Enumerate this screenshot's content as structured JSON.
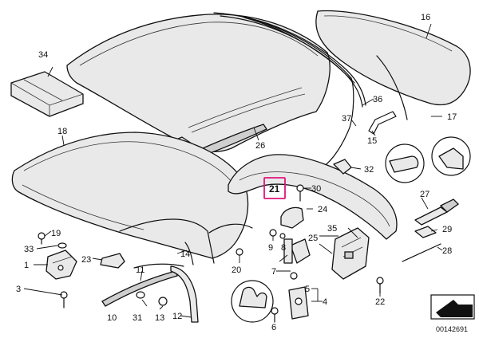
{
  "diagram": {
    "highlight": {
      "label": "21",
      "color": "#e0157a"
    },
    "labels": [
      {
        "key": "l1",
        "text": "1"
      },
      {
        "key": "l3",
        "text": "3"
      },
      {
        "key": "l4",
        "text": "4"
      },
      {
        "key": "l5",
        "text": "5"
      },
      {
        "key": "l6",
        "text": "6"
      },
      {
        "key": "l7",
        "text": "7"
      },
      {
        "key": "l8",
        "text": "8"
      },
      {
        "key": "l9",
        "text": "9"
      },
      {
        "key": "l10",
        "text": "10"
      },
      {
        "key": "l11",
        "text": "11"
      },
      {
        "key": "l12",
        "text": "12"
      },
      {
        "key": "l13",
        "text": "13"
      },
      {
        "key": "l14",
        "text": "14"
      },
      {
        "key": "l15",
        "text": "15"
      },
      {
        "key": "l16",
        "text": "16"
      },
      {
        "key": "l17",
        "text": "17"
      },
      {
        "key": "l18",
        "text": "18"
      },
      {
        "key": "l19",
        "text": "19"
      },
      {
        "key": "l20",
        "text": "20"
      },
      {
        "key": "l22",
        "text": "22"
      },
      {
        "key": "l23",
        "text": "23"
      },
      {
        "key": "l24",
        "text": "24"
      },
      {
        "key": "l25",
        "text": "25"
      },
      {
        "key": "l26",
        "text": "26"
      },
      {
        "key": "l27",
        "text": "27"
      },
      {
        "key": "l28",
        "text": "28"
      },
      {
        "key": "l29",
        "text": "29"
      },
      {
        "key": "l30",
        "text": "30"
      },
      {
        "key": "l31",
        "text": "31"
      },
      {
        "key": "l32",
        "text": "32"
      },
      {
        "key": "l33",
        "text": "33"
      },
      {
        "key": "l34",
        "text": "34"
      },
      {
        "key": "l35",
        "text": "35"
      },
      {
        "key": "l36",
        "text": "36"
      },
      {
        "key": "l37",
        "text": "37"
      }
    ],
    "document_number": "00142691"
  }
}
